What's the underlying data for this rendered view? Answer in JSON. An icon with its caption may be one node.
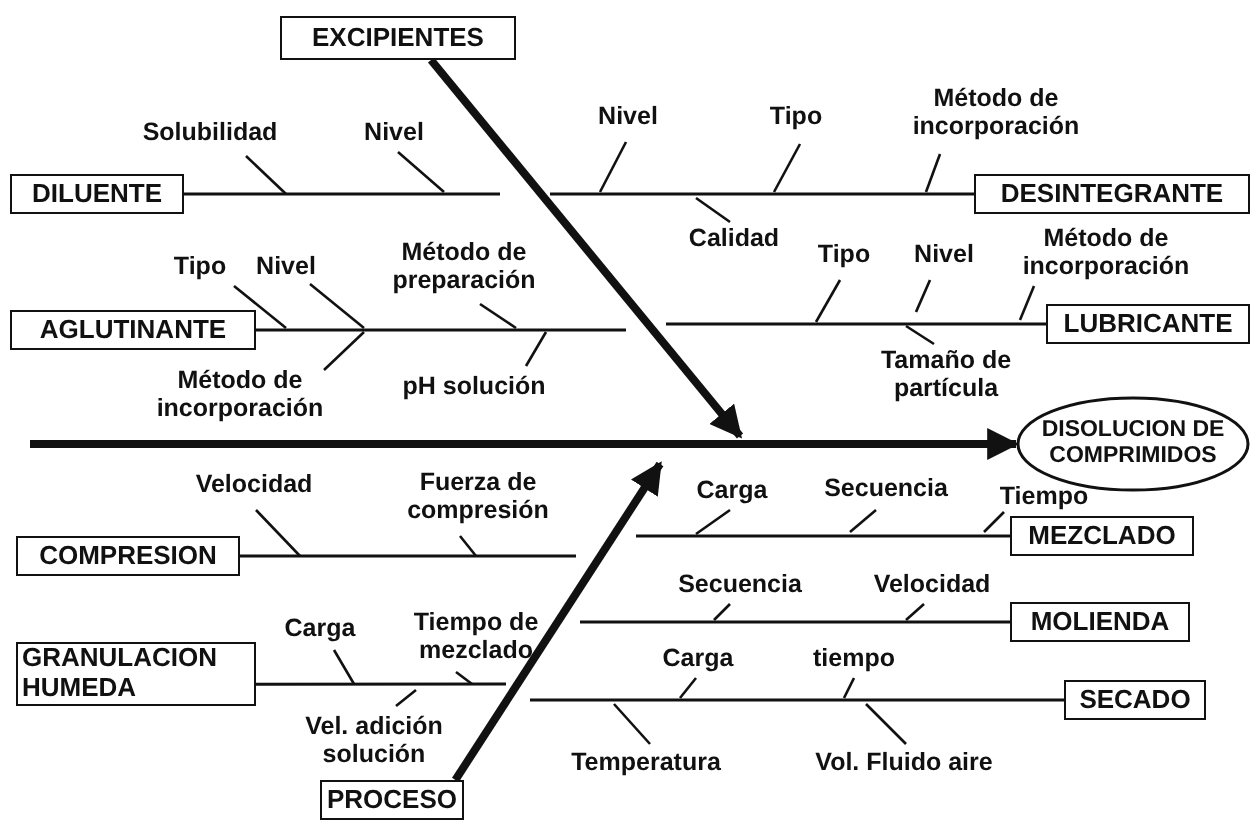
{
  "diagram": {
    "nodes": [
      {
        "text": [
          "EXCIPIENTES"
        ]
      },
      {
        "text": [
          "DILUENTE"
        ]
      },
      {
        "text": [
          "DESINTEGRANTE"
        ]
      },
      {
        "text": [
          "AGLUTINANTE"
        ]
      },
      {
        "text": [
          "LUBRICANTE"
        ]
      },
      {
        "text": [
          "DISOLUCION DE COMPRIMIDOS"
        ]
      },
      {
        "text": [
          "COMPRESION"
        ]
      },
      {
        "text": [
          "MEZCLADO"
        ]
      },
      {
        "text": [
          "GRANULACION HUMEDA"
        ]
      },
      {
        "text": [
          "MOLIENDA"
        ]
      },
      {
        "text": [
          "SECADO"
        ]
      },
      {
        "text": [
          "PROCESO"
        ]
      }
    ],
    "edges": [
      {
        "from": null,
        "to": 5,
        "arrow": "to",
        "style": "thick"
      },
      {
        "from": 0,
        "to": null,
        "arrow": "to",
        "style": "thick"
      },
      {
        "from": 11,
        "to": null,
        "arrow": "to",
        "style": "thick"
      },
      {
        "from": 1,
        "to": null,
        "arrow": "none"
      },
      {
        "from": 2,
        "to": null,
        "arrow": "none"
      },
      {
        "from": 3,
        "to": null,
        "arrow": "none"
      },
      {
        "from": 4,
        "to": null,
        "arrow": "none"
      },
      {
        "from": 6,
        "to": null,
        "arrow": "none"
      },
      {
        "from": 7,
        "to": null,
        "arrow": "none"
      },
      {
        "from": 8,
        "to": null,
        "arrow": "none"
      },
      {
        "from": 9,
        "to": null,
        "arrow": "none"
      },
      {
        "from": 10,
        "to": null,
        "arrow": "none"
      }
    ],
    "labels": [
      "Método de incorporación",
      "Solubilidad",
      "Nivel",
      "Nivel",
      "Tipo",
      "Calidad",
      "Tipo",
      "Nivel",
      "Método de preparación",
      "Tipo",
      "Nivel",
      "Método de incorporación",
      "Método de incorporación",
      "pH solución",
      "Tamaño de partícula",
      "Velocidad",
      "Fuerza de compresión",
      "Carga",
      "Secuencia",
      "Tiempo",
      "Secuencia",
      "Velocidad",
      "Carga",
      "Tiempo de mezclado",
      "Carga",
      "tiempo",
      "Vel. adición solución",
      "Temperatura",
      "Vol. Fluido aire"
    ]
  }
}
